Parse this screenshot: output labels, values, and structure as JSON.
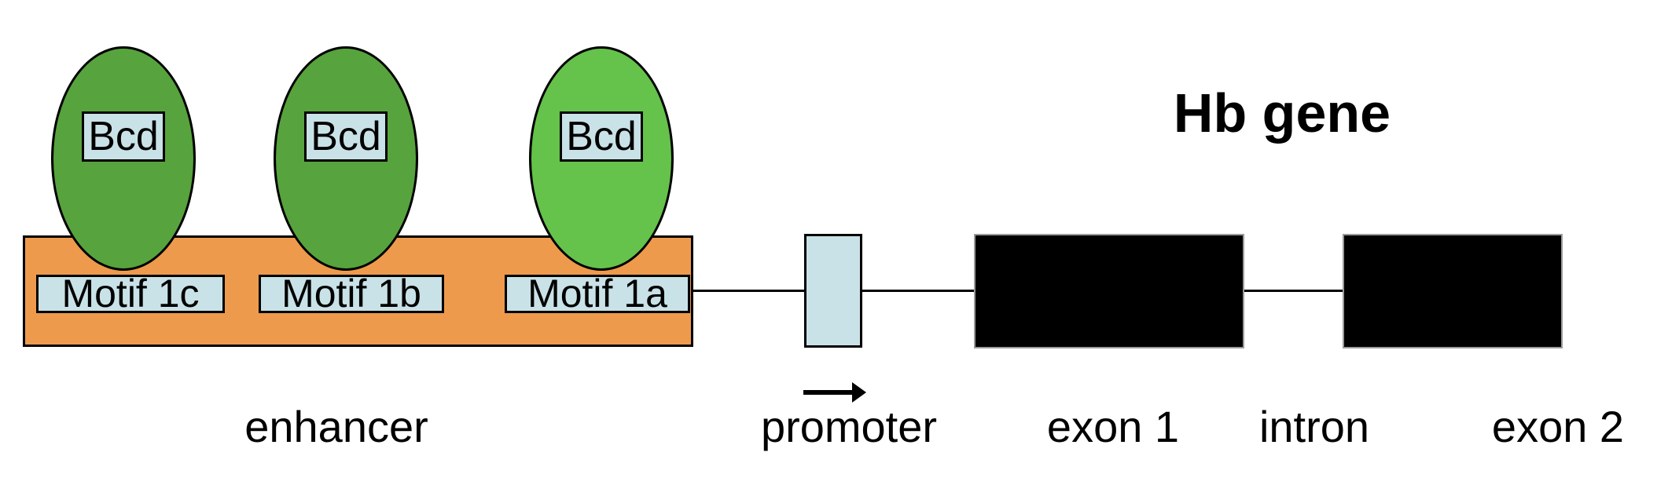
{
  "diagram": {
    "title": "Hb gene",
    "bcd_proteins": [
      {
        "label": "Bcd",
        "motif_label": "Motif 1c"
      },
      {
        "label": "Bcd",
        "motif_label": "Motif 1b"
      },
      {
        "label": "Bcd",
        "motif_label": "Motif 1a"
      }
    ],
    "enhancer_label": "enhancer",
    "promoter_label": "promoter",
    "exon1_label": "exon 1",
    "intron_label": "intron",
    "exon2_label": "exon 2"
  },
  "colors": {
    "bcd_fill_dark": "#57A33D",
    "bcd_fill_light": "#65C24B",
    "enhancer_fill": "#EE9A4C",
    "motif_fill": "#C9E2E7",
    "promoter_fill": "#C9E2E7",
    "exon_fill": "#000000",
    "outline": "#000000"
  }
}
